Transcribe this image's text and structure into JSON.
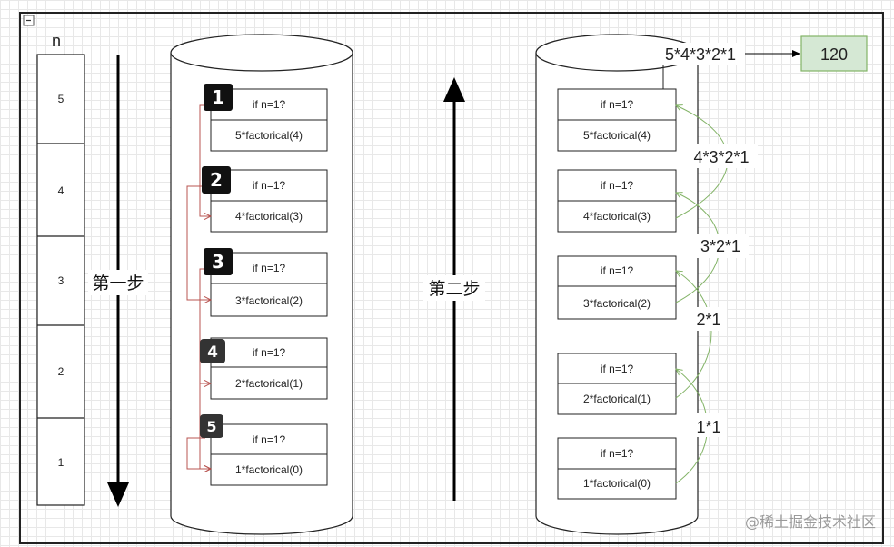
{
  "collapse_icon": "⊟",
  "stack_label": "n",
  "stack_values": [
    "5",
    "4",
    "3",
    "2",
    "1"
  ],
  "step1_label": "第一步",
  "step2_label": "第二步",
  "calls_left": [
    {
      "badge": "1",
      "cond": "if n=1?",
      "expr": "5*factorical(4)"
    },
    {
      "badge": "2",
      "cond": "if n=1?",
      "expr": "4*factorical(3)"
    },
    {
      "badge": "3",
      "cond": "if n=1?",
      "expr": "3*factorical(2)"
    },
    {
      "badge": "4",
      "cond": "if n=1?",
      "expr": "2*factorical(1)"
    },
    {
      "badge": "5",
      "cond": "if n=1?",
      "expr": "1*factorical(0)"
    }
  ],
  "calls_right": [
    {
      "cond": "if n=1?",
      "expr": "5*factorical(4)"
    },
    {
      "cond": "if n=1?",
      "expr": "4*factorical(3)"
    },
    {
      "cond": "if n=1?",
      "expr": "3*factorical(2)"
    },
    {
      "cond": "if n=1?",
      "expr": "2*factorical(1)"
    },
    {
      "cond": "if n=1?",
      "expr": "1*factorical(0)"
    }
  ],
  "return_values": [
    "1*1",
    "2*1",
    "3*2*1",
    "4*3*2*1"
  ],
  "top_expression": "5*4*3*2*1",
  "result": "120",
  "watermark": "@稀土掘金技术社区",
  "colors": {
    "result_fill": "#d5e8d4",
    "result_stroke": "#82b366",
    "return_arrow": "#82b366",
    "call_arrow": "#b85450",
    "badge": "#111111"
  }
}
